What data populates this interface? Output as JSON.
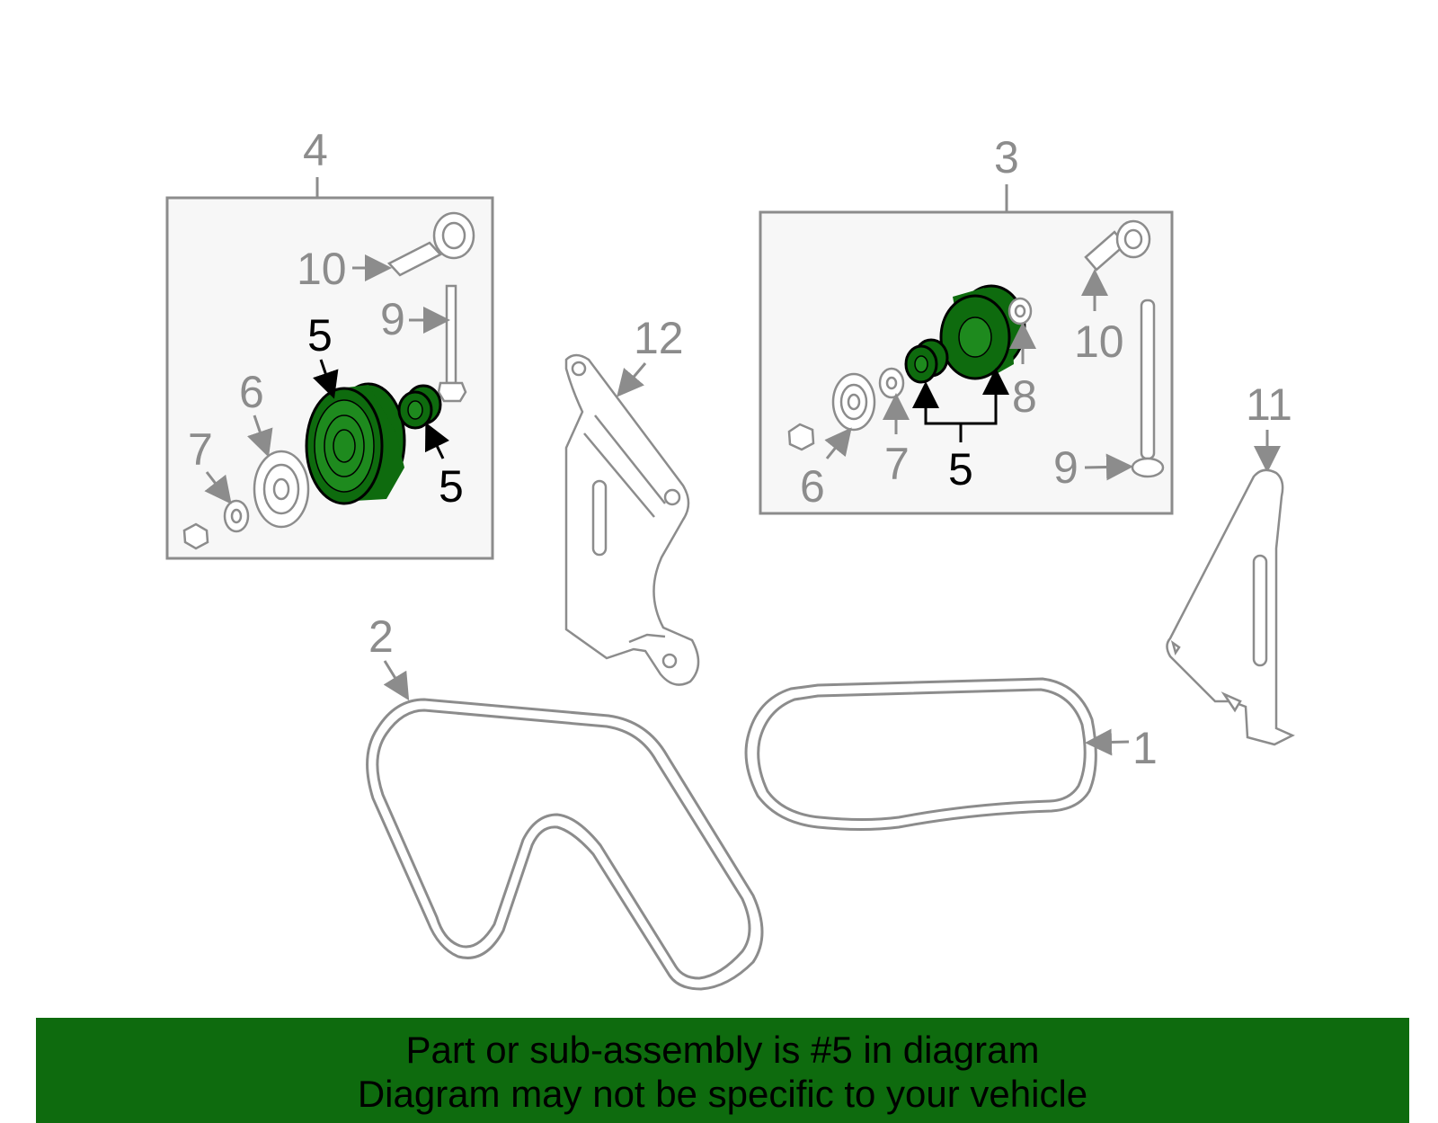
{
  "labels": {
    "assembly_left": "4",
    "assembly_right": "3",
    "belt_right": "1",
    "belt_left": "2",
    "bracket_center": "12",
    "bracket_right": "11",
    "left": {
      "bolt": "10",
      "stud": "9",
      "pulley": "5",
      "spacer": "5",
      "washer": "6",
      "small_washer": "7"
    },
    "right": {
      "bolt": "10",
      "stud": "9",
      "pulley_group": "5",
      "washer": "6",
      "small_washer": "7",
      "spacer": "8"
    }
  },
  "highlight_color": "#0e6b0e",
  "footer": {
    "line1": "Part or sub-assembly is #5 in diagram",
    "line2": "Diagram may not be specific to your vehicle"
  }
}
